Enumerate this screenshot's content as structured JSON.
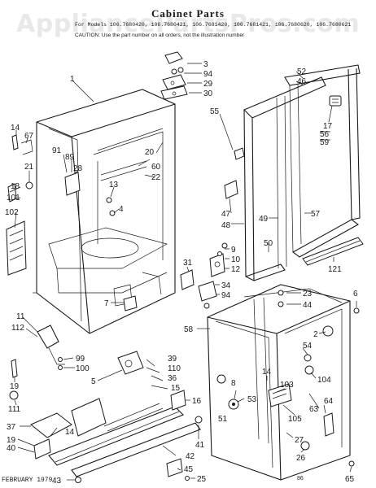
{
  "header": {
    "title": "Cabinet Parts",
    "models_line": "For Models 106.7680420, 106.7680421, 106.7681420, 106.7681421, 106.7680620, 106.7680621",
    "caution": "CAUTION: Use the part number on all orders, not the illustration number"
  },
  "watermark": "AppliancePartsPros.com",
  "footer": {
    "date": "FEBRUARY 1979",
    "code": "86"
  },
  "callouts": [
    {
      "id": "c1",
      "text": "1"
    },
    {
      "id": "c3",
      "text": "3"
    },
    {
      "id": "c94a",
      "text": "94"
    },
    {
      "id": "c29",
      "text": "29"
    },
    {
      "id": "c30",
      "text": "30"
    },
    {
      "id": "c52",
      "text": "52"
    },
    {
      "id": "c46",
      "text": "46"
    },
    {
      "id": "c55",
      "text": "55"
    },
    {
      "id": "c17",
      "text": "17"
    },
    {
      "id": "c56",
      "text": "56"
    },
    {
      "id": "c59",
      "text": "59"
    },
    {
      "id": "c14a",
      "text": "14"
    },
    {
      "id": "c67",
      "text": "67"
    },
    {
      "id": "c91",
      "text": "91"
    },
    {
      "id": "c89",
      "text": "89"
    },
    {
      "id": "c28",
      "text": "28"
    },
    {
      "id": "c21",
      "text": "21"
    },
    {
      "id": "c18",
      "text": "18"
    },
    {
      "id": "c101",
      "text": "101"
    },
    {
      "id": "c102",
      "text": "102"
    },
    {
      "id": "c20",
      "text": "20"
    },
    {
      "id": "c60",
      "text": "60"
    },
    {
      "id": "c22",
      "text": "22"
    },
    {
      "id": "c13",
      "text": "13"
    },
    {
      "id": "c4",
      "text": "4"
    },
    {
      "id": "c47",
      "text": "47"
    },
    {
      "id": "c48",
      "text": "48"
    },
    {
      "id": "c49",
      "text": "49"
    },
    {
      "id": "c57",
      "text": "57"
    },
    {
      "id": "c50",
      "text": "50"
    },
    {
      "id": "c121",
      "text": "121"
    },
    {
      "id": "c9",
      "text": "9"
    },
    {
      "id": "c10",
      "text": "10"
    },
    {
      "id": "c12",
      "text": "12"
    },
    {
      "id": "c31",
      "text": "31"
    },
    {
      "id": "c34",
      "text": "34"
    },
    {
      "id": "c94b",
      "text": "94"
    },
    {
      "id": "c7",
      "text": "7"
    },
    {
      "id": "c23",
      "text": "23"
    },
    {
      "id": "c44",
      "text": "44"
    },
    {
      "id": "c6",
      "text": "6"
    },
    {
      "id": "c58",
      "text": "58"
    },
    {
      "id": "c2",
      "text": "2"
    },
    {
      "id": "c11",
      "text": "11"
    },
    {
      "id": "c112",
      "text": "112"
    },
    {
      "id": "c99",
      "text": "99"
    },
    {
      "id": "c100",
      "text": "100"
    },
    {
      "id": "c5",
      "text": "5"
    },
    {
      "id": "c14b",
      "text": "14"
    },
    {
      "id": "c54",
      "text": "54"
    },
    {
      "id": "c8",
      "text": "8"
    },
    {
      "id": "c103",
      "text": "103"
    },
    {
      "id": "c104",
      "text": "104"
    },
    {
      "id": "c53",
      "text": "53"
    },
    {
      "id": "c51",
      "text": "51"
    },
    {
      "id": "c105",
      "text": "105"
    },
    {
      "id": "c63",
      "text": "63"
    },
    {
      "id": "c64",
      "text": "64"
    },
    {
      "id": "c27",
      "text": "27"
    },
    {
      "id": "c26",
      "text": "26"
    },
    {
      "id": "c19a",
      "text": "19"
    },
    {
      "id": "c111",
      "text": "111"
    },
    {
      "id": "c39",
      "text": "39"
    },
    {
      "id": "c110",
      "text": "110"
    },
    {
      "id": "c36",
      "text": "36"
    },
    {
      "id": "c15",
      "text": "15"
    },
    {
      "id": "c16",
      "text": "16"
    },
    {
      "id": "c37",
      "text": "37"
    },
    {
      "id": "c14c",
      "text": "14"
    },
    {
      "id": "c19b",
      "text": "19"
    },
    {
      "id": "c40",
      "text": "40"
    },
    {
      "id": "c41",
      "text": "41"
    },
    {
      "id": "c42",
      "text": "42"
    },
    {
      "id": "c45",
      "text": "45"
    },
    {
      "id": "c43",
      "text": "43"
    },
    {
      "id": "c25",
      "text": "25"
    },
    {
      "id": "c65",
      "text": "65"
    }
  ]
}
